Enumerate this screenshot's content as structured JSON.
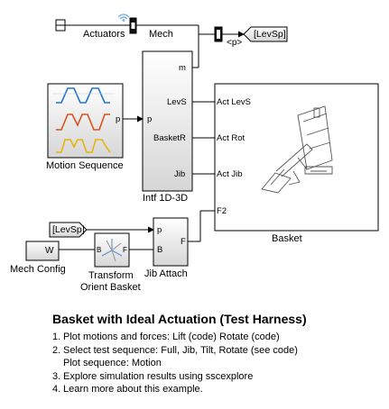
{
  "blocks": {
    "actuators": {
      "label": "Actuators"
    },
    "mech": {
      "label": "Mech"
    },
    "goto_p": {
      "label": "<p>"
    },
    "goto_levsp": {
      "label": "[LevSp]"
    },
    "intf": {
      "label": "Intf 1D-3D",
      "in_port": "p",
      "out_m": "m",
      "out_levs": "LevS",
      "out_basketr": "BasketR",
      "out_jib": "Jib"
    },
    "motion_sequence": {
      "label": "Motion Sequence",
      "port": "p",
      "wave_colors": [
        "#1f77d0",
        "#d9531e",
        "#e8b20e"
      ]
    },
    "basket": {
      "label": "Basket",
      "port_levs": "Act LevS",
      "port_rot": "Act Rot",
      "port_jib": "Act Jib",
      "port_f2": "F2"
    },
    "from_levsp": {
      "label": "[LevSp]"
    },
    "jib_attach": {
      "label": "Jib Attach",
      "port_p": "p",
      "port_b": "B",
      "port_f": "F"
    },
    "mech_config": {
      "label": "Mech Config",
      "glyph": "W"
    },
    "transform": {
      "label_line1": "Transform",
      "label_line2": "Orient Basket",
      "port_b": "B",
      "port_f": "F"
    }
  },
  "harness": {
    "title": "Basket with Ideal Actuation (Test Harness)",
    "steps": [
      {
        "num": "1.",
        "text": "Plot motions and forces: ",
        "links": [
          "Lift (code)",
          "Rotate (code)"
        ]
      },
      {
        "num": "2.",
        "text": "Select test sequence: ",
        "links": [
          "Full,",
          "Jib,",
          "Tilt,",
          "Rotate",
          "(see code)"
        ]
      },
      {
        "num": "",
        "text": "Plot sequence: ",
        "links": [
          "Motion"
        ]
      },
      {
        "num": "3.",
        "text": "Explore simulation results using ",
        "links": [
          "sscexplore"
        ]
      },
      {
        "num": "4.",
        "text": "",
        "links": [
          "Learn more about this example."
        ]
      }
    ]
  },
  "colors": {
    "line": "#000000",
    "block_grad_top": "#ffffff",
    "block_grad_bottom": "#d8d8d8",
    "wifi": "#7fb2e5"
  }
}
